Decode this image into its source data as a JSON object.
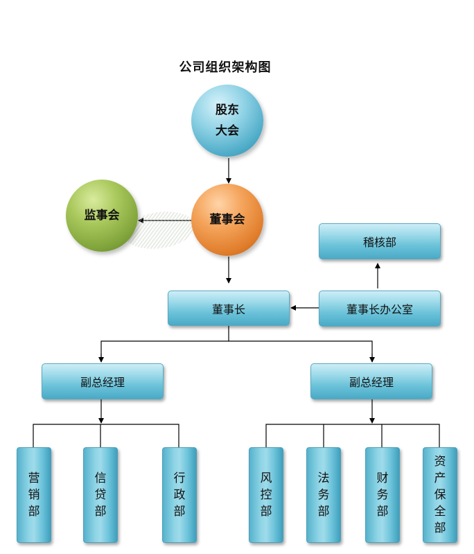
{
  "title": "公司组织架构图",
  "nodes": {
    "shareholders": "股东大会",
    "board": "董事会",
    "supervisors": "监事会",
    "chairman": "董事长",
    "chairman_office": "董事长办公室",
    "audit": "稽核部",
    "vp_left": "副总经理",
    "vp_right": "副总经理",
    "marketing": "营销部",
    "credit": "信贷部",
    "admin": "行政部",
    "risk": "风控部",
    "legal": "法务部",
    "finance": "财务部",
    "asset": "资产保全部"
  }
}
